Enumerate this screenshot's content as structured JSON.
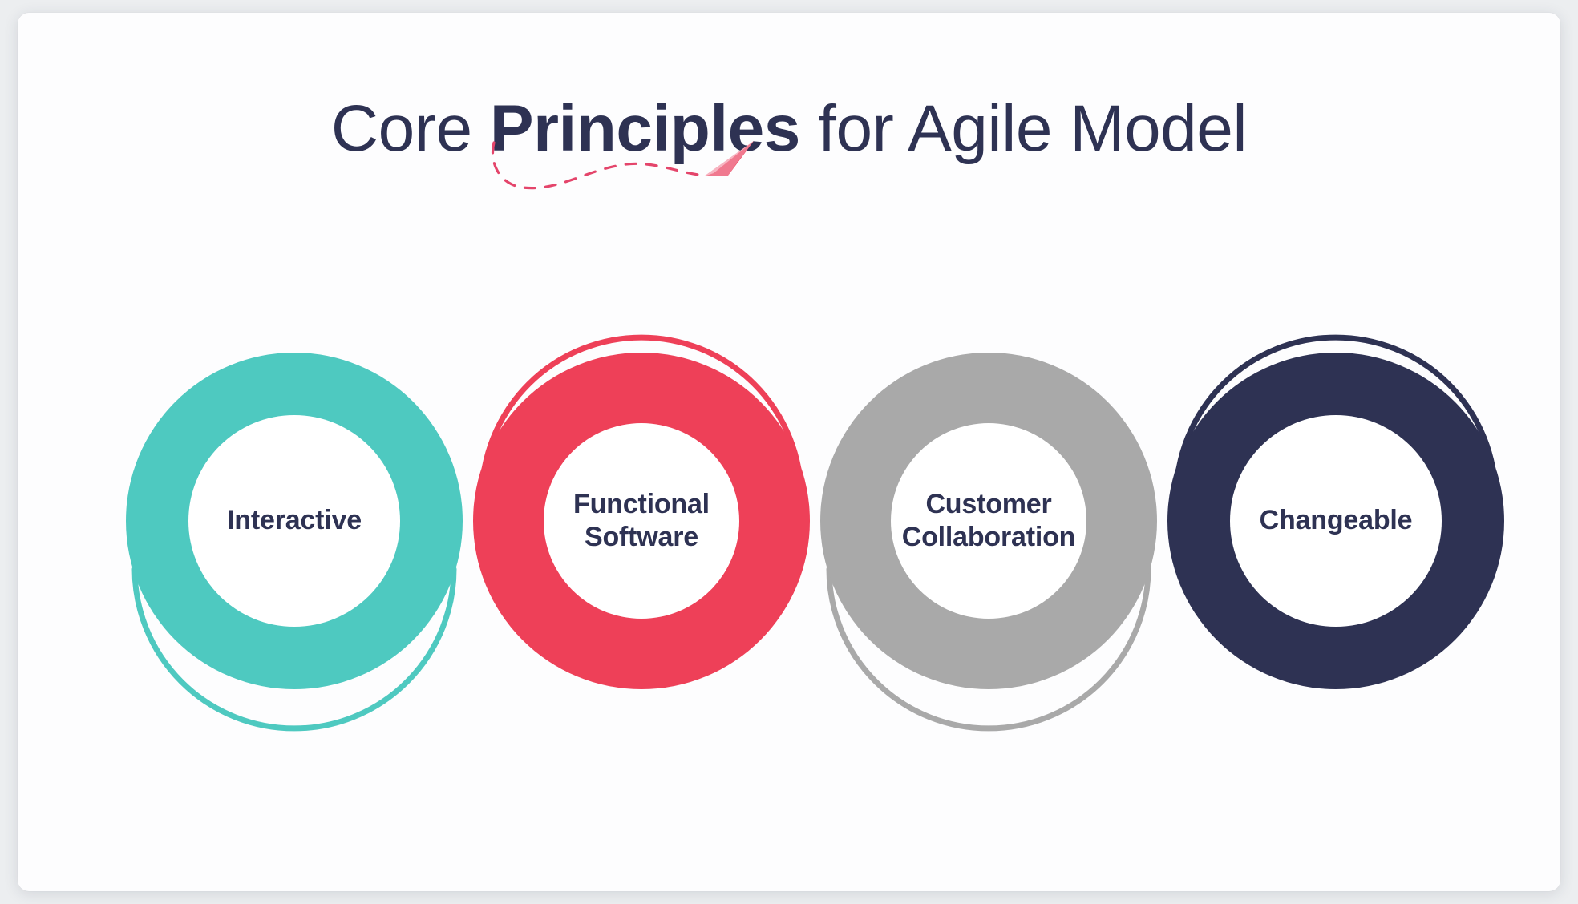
{
  "slide": {
    "background_color": "#eceef0",
    "card_color": "#fdfdfe"
  },
  "title": {
    "part1": "Core ",
    "part2_bold": "Principles",
    "part3": " for Agile Model",
    "full_text": "Core Principles for Agile Model",
    "color": "#2e3253",
    "decoration": {
      "name": "dashed-swoosh-with-paper-plane",
      "color": "#e4456b"
    }
  },
  "diagram": {
    "type": "donut-row",
    "count": 4,
    "label_color": "#2e3253",
    "items": [
      {
        "label": "Interactive",
        "color": "#4ec9c0",
        "arc_position": "bottom",
        "ring_style": "narrow"
      },
      {
        "label": "Functional\nSoftware",
        "color": "#ee4058",
        "arc_position": "top",
        "ring_style": "wide"
      },
      {
        "label": "Customer\nCollaboration",
        "color": "#a9a9a9",
        "arc_position": "bottom",
        "ring_style": "wide"
      },
      {
        "label": "Changeable",
        "color": "#2e3253",
        "arc_position": "top",
        "ring_style": "narrow"
      }
    ]
  }
}
